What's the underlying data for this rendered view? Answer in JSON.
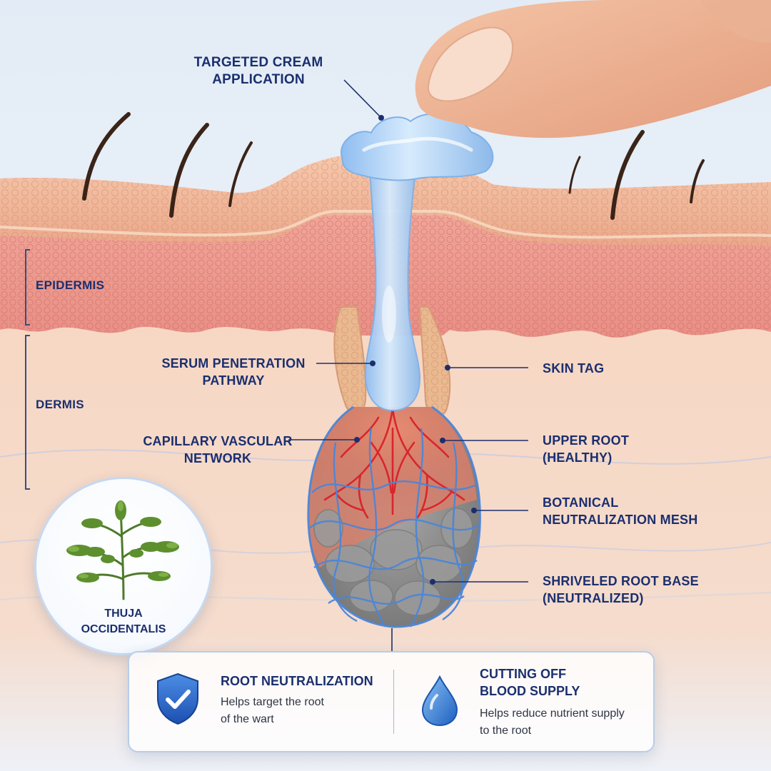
{
  "labels": {
    "cream": [
      "TARGETED CREAM",
      "APPLICATION"
    ],
    "serum": [
      "SERUM PENETRATION",
      "PATHWAY"
    ],
    "capillary": [
      "CAPILLARY VASCULAR",
      "NETWORK"
    ],
    "skin_tag": [
      "SKIN TAG"
    ],
    "upper_root": [
      "UPPER ROOT",
      "(HEALTHY)"
    ],
    "mesh": [
      "BOTANICAL",
      "NEUTRALIZATION MESH"
    ],
    "root_base": [
      "SHRIVELED ROOT BASE",
      "(NEUTRALIZED)"
    ]
  },
  "layers": {
    "epidermis": "EPIDERMIS",
    "dermis": "DERMIS"
  },
  "botanical": {
    "name": [
      "THUJA",
      "OCCIDENTALIS"
    ],
    "icon": "thuja-sprig-icon"
  },
  "panel": {
    "left": {
      "title": [
        "ROOT NEUTRALIZATION"
      ],
      "desc": [
        "Helps target the root",
        "of the wart"
      ],
      "icon": "shield-check-icon"
    },
    "right": {
      "title": [
        "CUTTING OFF",
        "BLOOD SUPPLY"
      ],
      "desc": [
        "Helps reduce nutrient supply",
        "to the root"
      ],
      "icon": "water-drop-icon"
    }
  },
  "colors": {
    "label": "#1b2f6e",
    "cream": "#a9cdf2",
    "vessel": "#d8262c",
    "mesh": "#4c86d8",
    "root": "#8f8f8f",
    "skin": "#f1b79c"
  }
}
